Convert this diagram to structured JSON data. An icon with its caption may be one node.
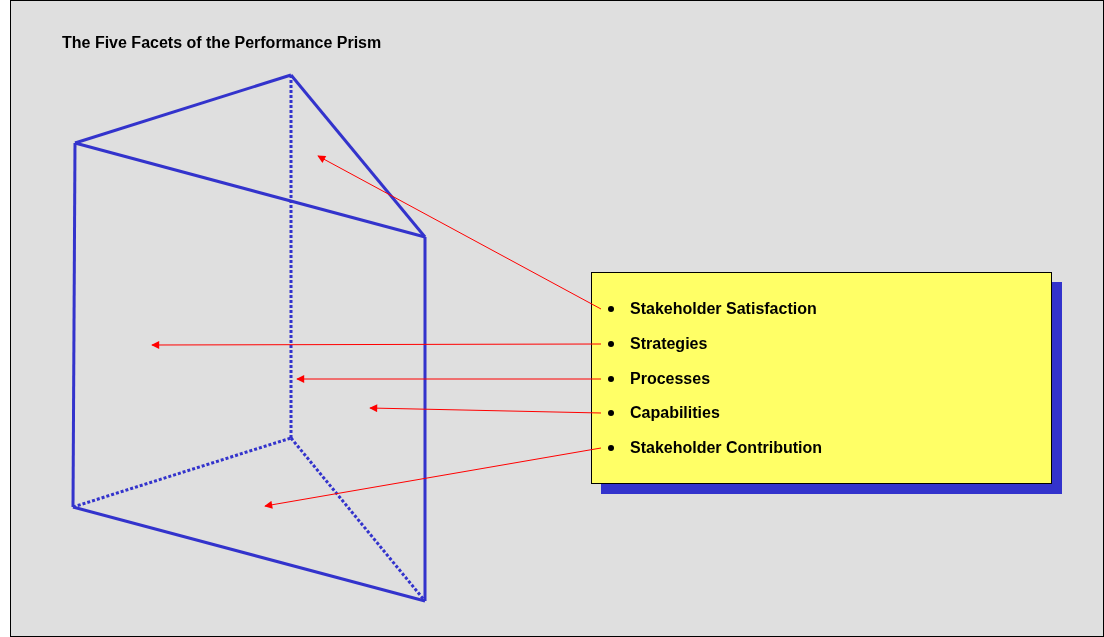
{
  "diagram": {
    "title": "The Five Facets of the Performance Prism",
    "nodes": [
      {
        "text": [],
        "shape": "box"
      },
      {
        "text": [
          "Stakeholder Satisfaction"
        ],
        "in": 0
      },
      {
        "text": [
          "Strategies"
        ],
        "in": 0
      },
      {
        "text": [
          "Processes"
        ],
        "in": 0
      },
      {
        "text": [
          "Capabilities"
        ],
        "in": 0
      },
      {
        "text": [
          "Stakeholder Contribution"
        ],
        "in": 0
      }
    ],
    "edges": [
      {
        "from": 1,
        "to": null,
        "arrow": "to"
      },
      {
        "from": 2,
        "to": null,
        "arrow": "to"
      },
      {
        "from": 3,
        "to": null,
        "arrow": "to"
      },
      {
        "from": 4,
        "to": null,
        "arrow": "to"
      },
      {
        "from": 5,
        "to": null,
        "arrow": "to"
      }
    ]
  }
}
